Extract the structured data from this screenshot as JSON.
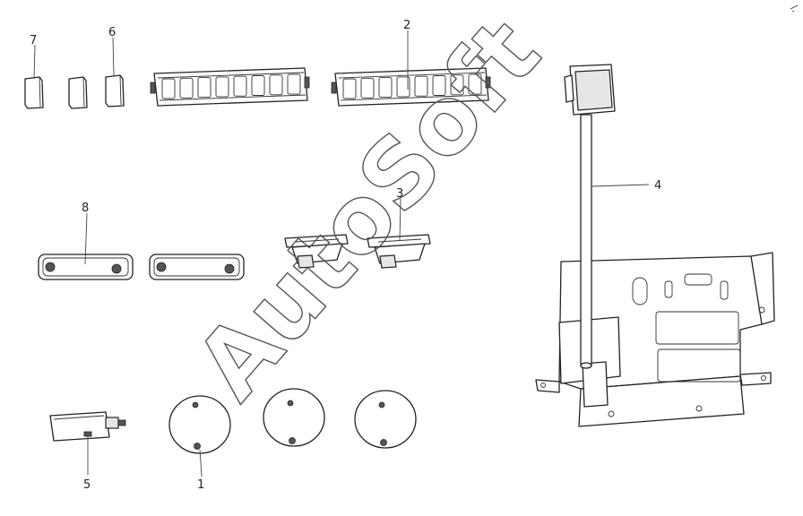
{
  "labels": {
    "c1": "1",
    "c2": "2",
    "c3": "3",
    "c4": "4",
    "c5": "5",
    "c6": "6",
    "c7": "7",
    "c8": "8"
  },
  "watermark": {
    "text": "AutoSoft"
  }
}
